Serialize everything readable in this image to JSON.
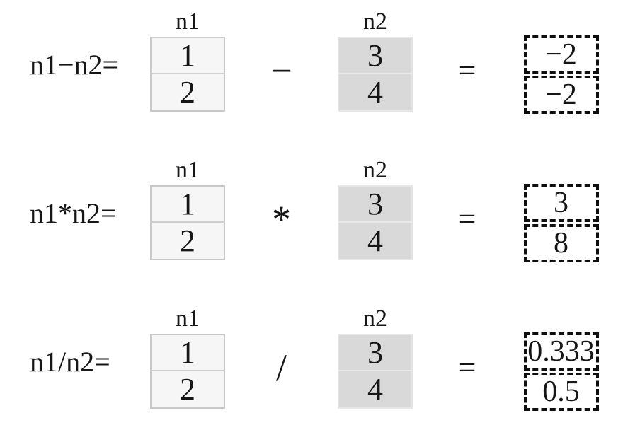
{
  "colors": {
    "background": "#ffffff",
    "n1_cell_fill": "#f6f6f6",
    "n1_cell_border": "#c9c9c9",
    "n2_cell_fill": "#d9d9d9",
    "n2_cell_border": "#e2e2e2",
    "result_dashed_border": "#0f0f0f",
    "text": "#161616"
  },
  "rows": [
    {
      "label": "n1−n2=",
      "left": {
        "header": "n1",
        "values": [
          "1",
          "2"
        ]
      },
      "operator": "−",
      "right": {
        "header": "n2",
        "values": [
          "3",
          "4"
        ]
      },
      "equals": "=",
      "result": [
        "−2",
        "−2"
      ]
    },
    {
      "label": "n1*n2=",
      "left": {
        "header": "n1",
        "values": [
          "1",
          "2"
        ]
      },
      "operator": "*",
      "right": {
        "header": "n2",
        "values": [
          "3",
          "4"
        ]
      },
      "equals": "=",
      "result": [
        "3",
        "8"
      ]
    },
    {
      "label": "n1/n2=",
      "left": {
        "header": "n1",
        "values": [
          "1",
          "2"
        ]
      },
      "operator": "/",
      "right": {
        "header": "n2",
        "values": [
          "3",
          "4"
        ]
      },
      "equals": "=",
      "result": [
        "0.333",
        "0.5"
      ]
    }
  ]
}
